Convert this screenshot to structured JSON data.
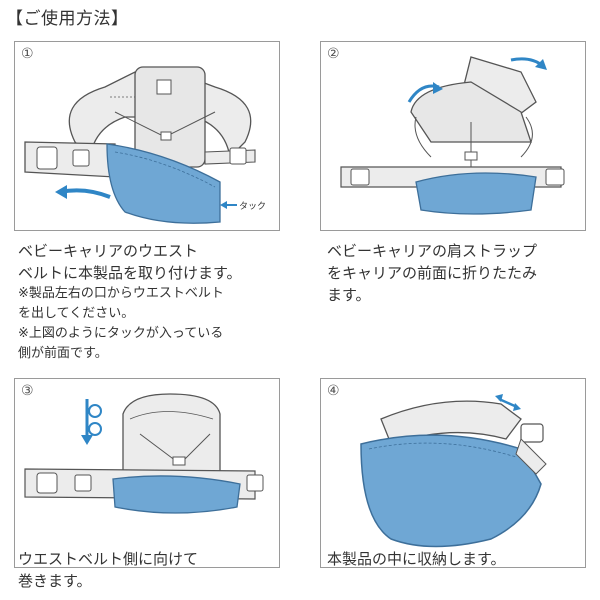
{
  "page": {
    "title": "【ご使用方法】"
  },
  "colors": {
    "blue": "#6fa7d4",
    "blueDark": "#4e87b8",
    "arrow": "#2f86c6",
    "line": "#555555",
    "fill": "#e7e7e7",
    "border": "#9a9a9a"
  },
  "steps": [
    {
      "number": "①",
      "label_tack": "タック",
      "caption_lines": [
        "ベビーキャリアのウエスト",
        "ベルトに本製品を取り付けます。"
      ],
      "note_lines": [
        "※製品左右の口からウエストベルト",
        "を出してください。",
        "※上図のようにタックが入っている",
        "側が前面です。"
      ]
    },
    {
      "number": "②",
      "caption_lines": [
        "ベビーキャリアの肩ストラップ",
        "をキャリアの前面に折りたたみ",
        "ます。"
      ]
    },
    {
      "number": "③",
      "caption_lines": [
        "ウエストベルト側に向けて",
        "巻きます。"
      ]
    },
    {
      "number": "④",
      "caption_lines": [
        "本製品の中に収納します。"
      ]
    }
  ]
}
